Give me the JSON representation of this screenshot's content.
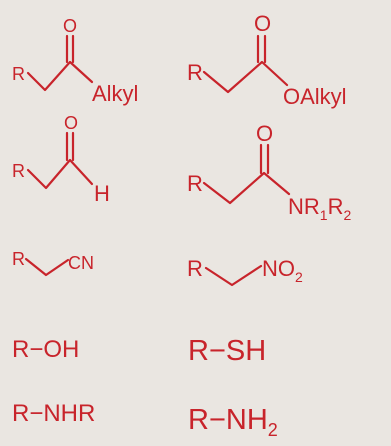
{
  "palette": {
    "ink": "#c8242b",
    "paper": "#eae6e1"
  },
  "structures": {
    "ketone": {
      "r": "R",
      "o": "O",
      "alkyl": "Alkyl"
    },
    "ester": {
      "r": "R",
      "o": "O",
      "oalkyl": "OAlkyl"
    },
    "aldehyde": {
      "r": "R",
      "o": "O",
      "h": "H"
    },
    "amide": {
      "r": "R",
      "o": "O",
      "nr": "NR",
      "sub1": "1",
      "r2": "R",
      "sub2": "2"
    },
    "nitrile": {
      "r": "R",
      "cn": "CN"
    },
    "nitro": {
      "r": "R",
      "no": "NO",
      "sub2": "2"
    },
    "alcohol": {
      "text": "R−OH"
    },
    "thiol": {
      "text": "R−SH"
    },
    "sec_amine": {
      "text": "R−NHR"
    },
    "prim_amine": {
      "text": "R−NH",
      "sub2": "2"
    }
  }
}
